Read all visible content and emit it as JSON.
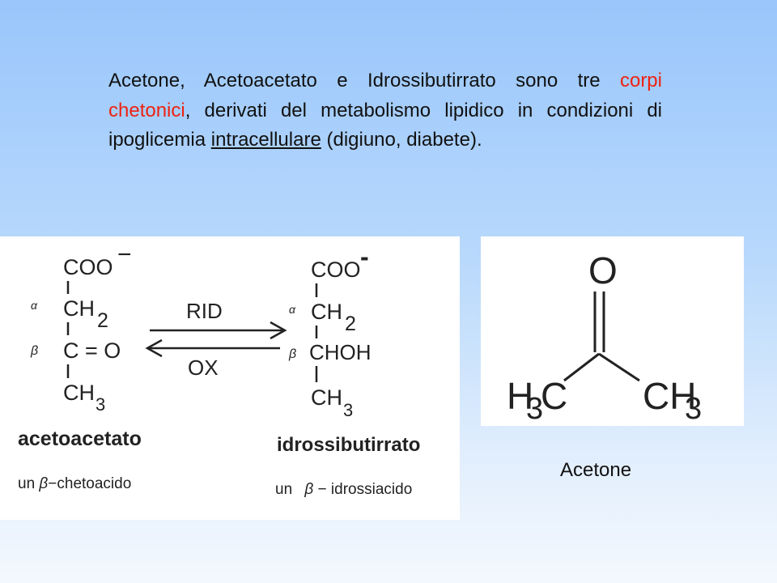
{
  "paragraph": {
    "p1": "Acetone, Acetoacetato e Idrossibutirrato sono tre ",
    "highlight": "corpi chetonici",
    "p2": ", derivati del metabolismo lipidico in condizioni di ipoglicemia ",
    "underlined": "intracellulare",
    "p3": " (digiuno, diabete)."
  },
  "reaction": {
    "left": {
      "coo": "COO",
      "charge": "−",
      "alpha": "α",
      "ch": "CH",
      "sub2": "2",
      "beta": "β",
      "co": "C = O",
      "ch3": "CH",
      "sub3": "3",
      "name": "acetoacetato",
      "desc_pre": "un ",
      "desc_beta": "β",
      "desc_post": "−chetoacido"
    },
    "right": {
      "coo": "COO",
      "charge": "-",
      "alpha": "α",
      "ch": "CH",
      "sub2": "2",
      "beta": "β",
      "choh": "CHOH",
      "ch3": "CH",
      "sub3": "3",
      "name": "idrossibutirrato",
      "desc_pre": "un ",
      "desc_beta": "β",
      "desc_post": " − idrossiacido"
    },
    "arrow_top_label": "RID",
    "arrow_bottom_label": "OX"
  },
  "acetone": {
    "oxygen": "O",
    "left_group": "H",
    "left_sub": "3",
    "left_c": "C",
    "right_group": "CH",
    "right_sub": "3",
    "caption": "Acetone"
  }
}
